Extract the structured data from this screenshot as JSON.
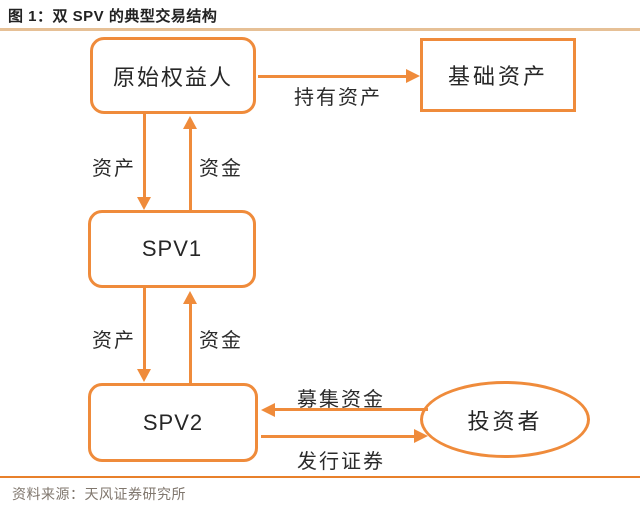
{
  "figure": {
    "title": "图 1：双 SPV 的典型交易结构",
    "source": "资料来源：天风证券研究所"
  },
  "colors": {
    "accent_orange": "#EF8B3B",
    "title_divider": "#E6C096",
    "footer_divider": "#E8802B",
    "title_text": "#222222",
    "node_text": "#262626",
    "edge_label_text": "#2B2B2B",
    "source_text": "#80776E",
    "background": "#FFFFFF"
  },
  "nodes": {
    "originator": {
      "label": "原始权益人",
      "shape": "rounded-rect"
    },
    "underlying_asset": {
      "label": "基础资产",
      "shape": "rect"
    },
    "spv1": {
      "label": "SPV1",
      "shape": "rounded-rect"
    },
    "spv2": {
      "label": "SPV2",
      "shape": "rounded-rect"
    },
    "investors": {
      "label": "投资者",
      "shape": "ellipse"
    }
  },
  "edges": {
    "hold_assets": {
      "label": "持有资产",
      "from": "原始权益人",
      "to": "基础资产",
      "direction": "right"
    },
    "assets_to_spv1": {
      "label": "资产",
      "from": "原始权益人",
      "to": "SPV1",
      "direction": "down"
    },
    "funds_to_originator": {
      "label": "资金",
      "from": "SPV1",
      "to": "原始权益人",
      "direction": "up"
    },
    "assets_to_spv2": {
      "label": "资产",
      "from": "SPV1",
      "to": "SPV2",
      "direction": "down"
    },
    "funds_to_spv1": {
      "label": "资金",
      "from": "SPV2",
      "to": "SPV1",
      "direction": "up"
    },
    "raise_funds": {
      "label": "募集资金",
      "from": "投资者",
      "to": "SPV2",
      "direction": "left"
    },
    "issue_securities": {
      "label": "发行证券",
      "from": "SPV2",
      "to": "投资者",
      "direction": "right"
    }
  }
}
